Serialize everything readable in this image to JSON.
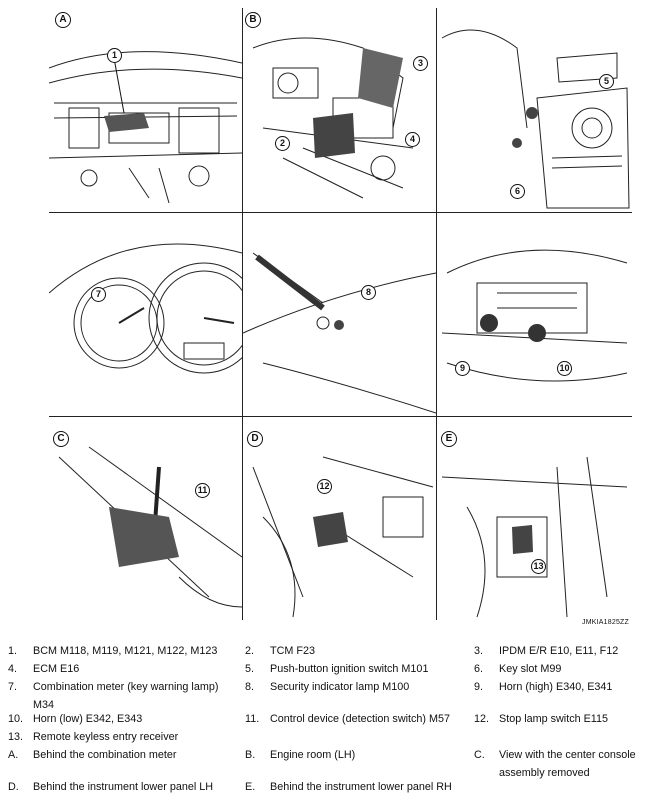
{
  "panels": {
    "A": {
      "badge": "A",
      "callouts": [
        "1"
      ]
    },
    "B": {
      "badge": "B",
      "callouts": [
        "3",
        "2",
        "4"
      ]
    },
    "C_top": {
      "callouts": [
        "5",
        "6"
      ]
    },
    "meter": {
      "callouts": [
        "7"
      ]
    },
    "hood": {
      "callouts": [
        "8"
      ]
    },
    "engine": {
      "callouts": [
        "9",
        "10"
      ]
    },
    "Cc": {
      "badge": "C",
      "callouts": [
        "11"
      ]
    },
    "D": {
      "badge": "D",
      "callouts": [
        "12"
      ]
    },
    "E": {
      "badge": "E",
      "callouts": [
        "13"
      ]
    }
  },
  "figure_id": "JMKIA1825ZZ",
  "legend": [
    [
      {
        "num": "1.",
        "text": "BCM M118, M119, M121, M122, M123"
      },
      {
        "num": "2.",
        "text": "TCM F23"
      },
      {
        "num": "3.",
        "text": "IPDM E/R E10, E11, F12"
      }
    ],
    [
      {
        "num": "4.",
        "text": "ECM E16"
      },
      {
        "num": "5.",
        "text": "Push-button ignition switch M101"
      },
      {
        "num": "6.",
        "text": "Key slot M99"
      }
    ],
    [
      {
        "num": "7.",
        "text": "Combination meter (key warning lamp) M34"
      },
      {
        "num": "8.",
        "text": "Security indicator lamp M100"
      },
      {
        "num": "9.",
        "text": "Horn (high) E340, E341"
      }
    ],
    [
      {
        "num": "10.",
        "text": "Horn (low) E342, E343"
      },
      {
        "num": "11.",
        "text": "Control device (detection switch) M57"
      },
      {
        "num": "12.",
        "text": "Stop lamp switch E115"
      }
    ],
    [
      {
        "num": "13.",
        "text": "Remote keyless entry receiver"
      },
      {
        "num": "",
        "text": ""
      },
      {
        "num": "",
        "text": ""
      }
    ],
    [
      {
        "num": "A.",
        "text": "Behind the combination meter"
      },
      {
        "num": "B.",
        "text": "Engine room (LH)"
      },
      {
        "num": "C.",
        "text": "View with the center console assembly removed"
      }
    ],
    [
      {
        "num": "D.",
        "text": "Behind the instrument lower panel LH"
      },
      {
        "num": "E.",
        "text": "Behind the instrument lower panel RH"
      },
      {
        "num": "",
        "text": ""
      }
    ]
  ]
}
